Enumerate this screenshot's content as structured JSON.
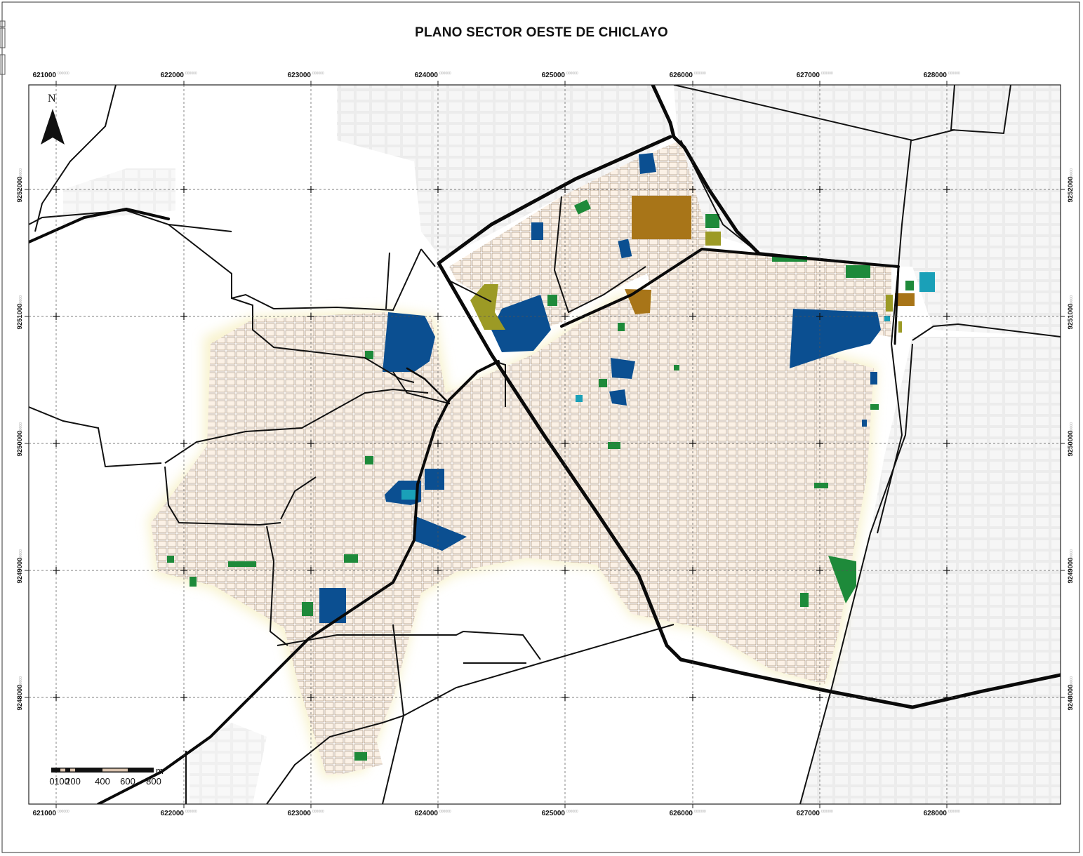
{
  "map": {
    "title": "PLANO SECTOR OESTE DE CHICLAYO",
    "north_label": "N",
    "x_ticks": [
      {
        "label": "621000",
        "sub": "000000"
      },
      {
        "label": "622000",
        "sub": "000000"
      },
      {
        "label": "623000",
        "sub": "000000"
      },
      {
        "label": "624000",
        "sub": "000000"
      },
      {
        "label": "625000",
        "sub": "000000"
      },
      {
        "label": "626000",
        "sub": "000000"
      },
      {
        "label": "627000",
        "sub": "000000"
      },
      {
        "label": "628000",
        "sub": "000000"
      }
    ],
    "y_ticks": [
      {
        "label": "9252000",
        "sub": "000000"
      },
      {
        "label": "9251000",
        "sub": "000000"
      },
      {
        "label": "9250000",
        "sub": "000000"
      },
      {
        "label": "9249000",
        "sub": "000000"
      },
      {
        "label": "9248000",
        "sub": "000000"
      }
    ],
    "scale_bar": {
      "unit": "m",
      "labels": [
        "0",
        "100",
        "200",
        "400",
        "600",
        "800"
      ]
    },
    "colors": {
      "background_urban": "#ebebeb",
      "study_area_blocks": "#fbeee2",
      "park": "#1e8a3a",
      "institutional": "#0b4f91",
      "cyan_use": "#1aa0b8",
      "brown_use": "#a87518",
      "olive_use": "#9c9a25",
      "roads": "#0a0a0a",
      "grid": "#555555"
    }
  }
}
